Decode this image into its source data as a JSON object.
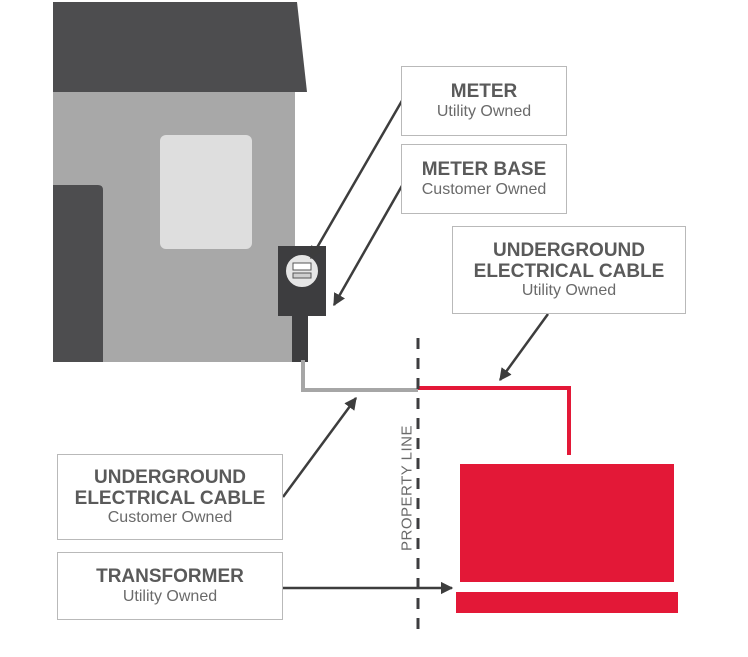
{
  "labels": {
    "meter": {
      "title": "METER",
      "owner": "Utility Owned"
    },
    "meter_base": {
      "title": "METER BASE",
      "owner": "Customer Owned"
    },
    "underground_utility": {
      "title_line1": "UNDERGROUND",
      "title_line2": "ELECTRICAL CABLE",
      "owner": "Utility Owned"
    },
    "underground_customer": {
      "title_line1": "UNDERGROUND",
      "title_line2": "ELECTRICAL CABLE",
      "owner": "Customer Owned"
    },
    "transformer": {
      "title": "TRANSFORMER",
      "owner": "Utility Owned"
    }
  },
  "property_line": "PROPERTY LINE",
  "colors": {
    "utility_red": "#e31837",
    "customer_gray": "#a6a6a6",
    "house_dark": "#4d4d4f",
    "house_wall": "#a8a8a8",
    "window": "#dedede",
    "arrow": "#3d3d3d",
    "label_border": "#b9b9b9"
  }
}
